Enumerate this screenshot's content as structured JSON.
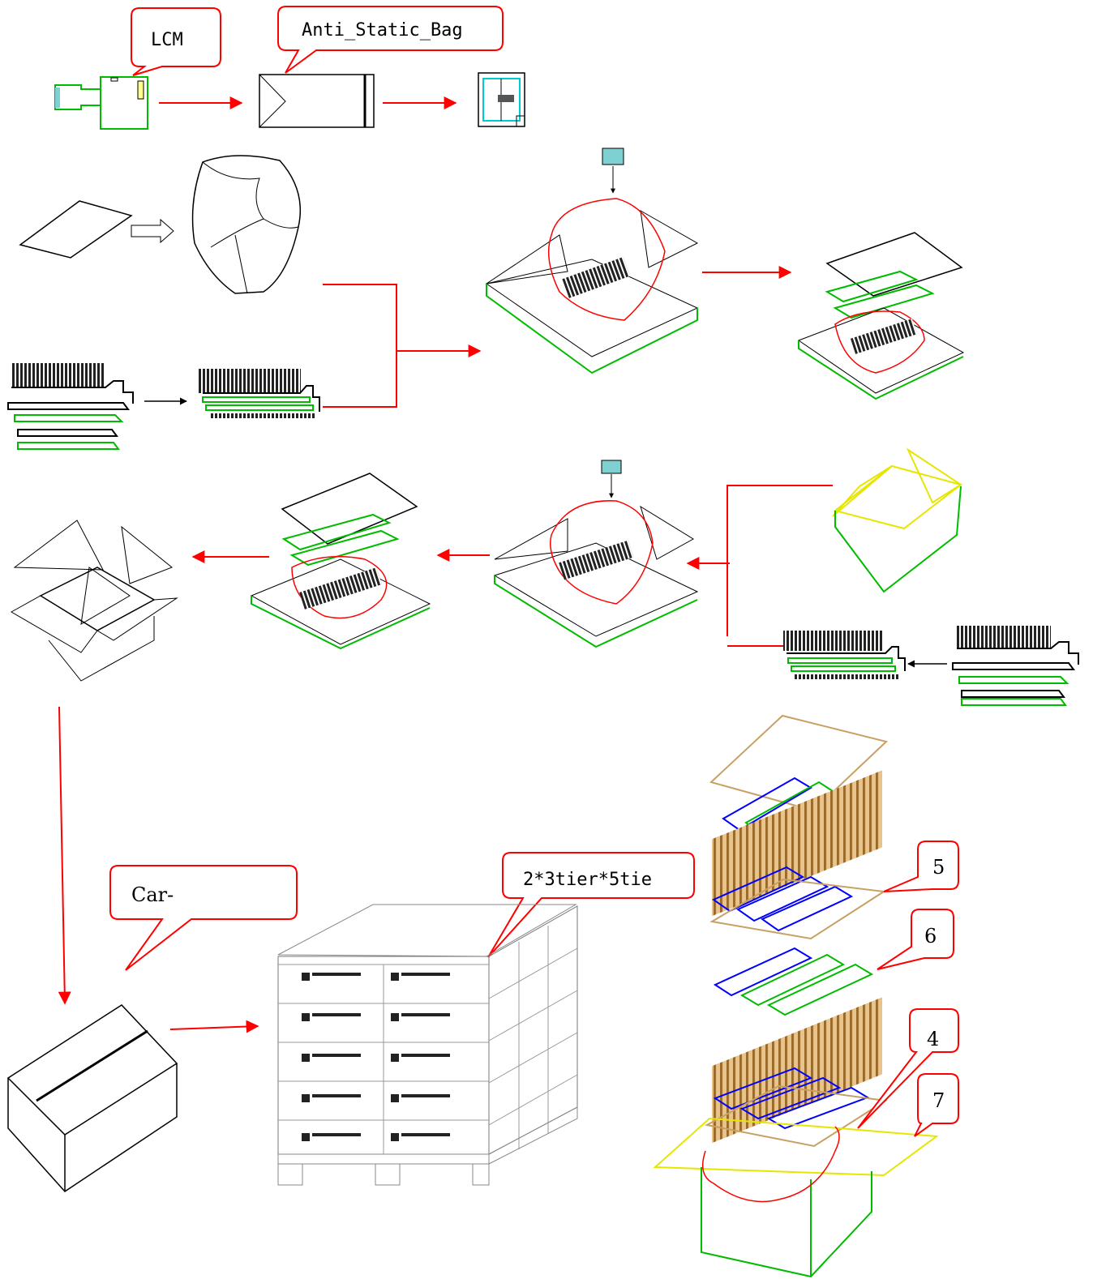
{
  "callouts": {
    "lcm": "LCM",
    "bag": "Anti_Static_Bag",
    "carton": "Car-",
    "stack": "2*3tier*5tie",
    "n5": "5",
    "n6": "6",
    "n4": "4",
    "n7": "7"
  },
  "colors": {
    "arrow": "#ff0000",
    "tray": "#00cc00",
    "tray_alt": "#0000ff",
    "cardboard": "#c8a064",
    "carton_yellow": "#e6e600",
    "line": "#000000"
  }
}
